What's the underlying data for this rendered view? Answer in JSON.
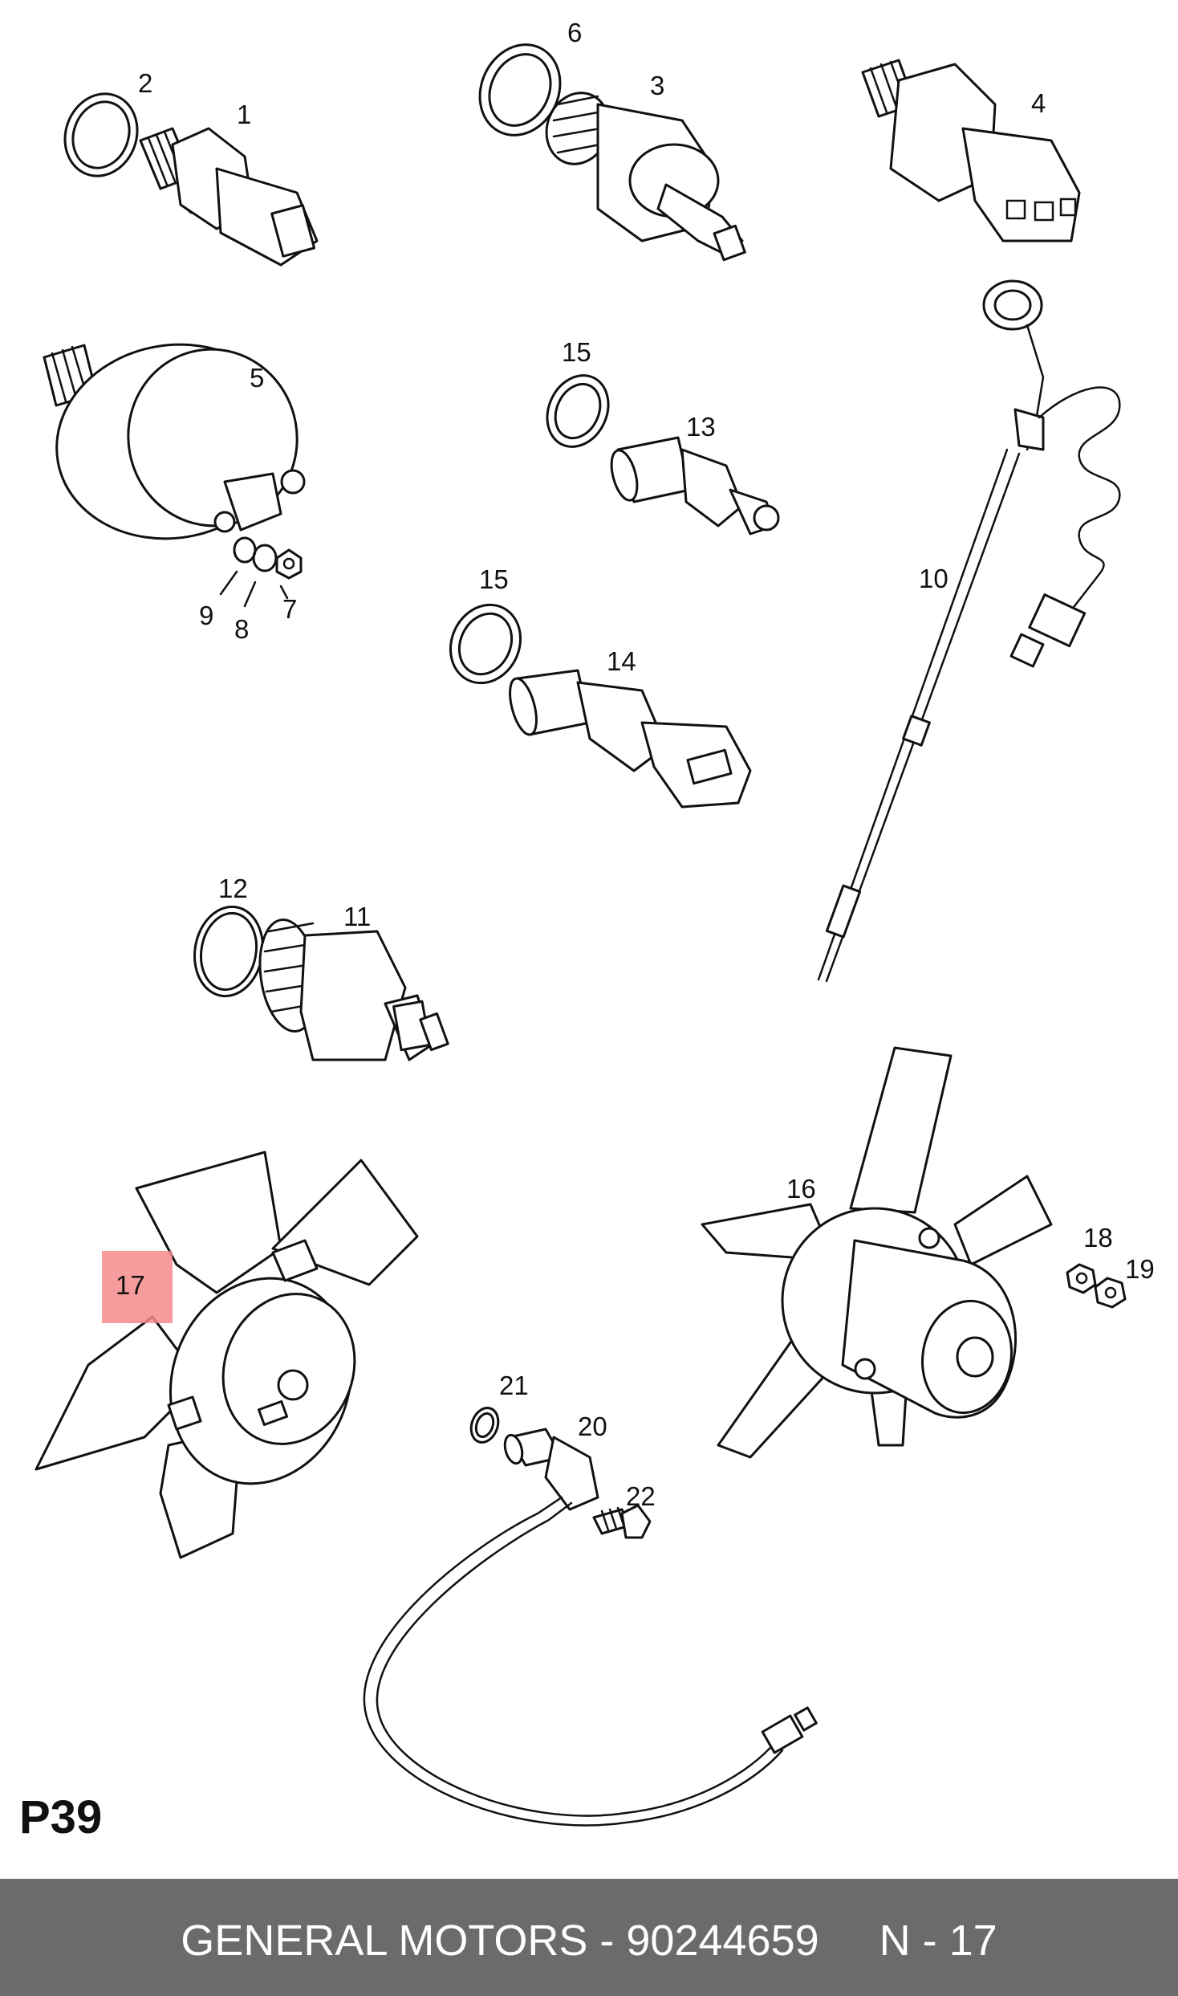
{
  "diagram": {
    "page_code": "P39",
    "callouts": [
      "1",
      "2",
      "3",
      "4",
      "5",
      "6",
      "7",
      "8",
      "9",
      "10",
      "11",
      "12",
      "13",
      "14",
      "15",
      "15",
      "16",
      "17",
      "18",
      "19",
      "20",
      "21",
      "22"
    ],
    "highlighted_callout": "17",
    "highlight_color": "#f58b8b"
  },
  "footer": {
    "text": "GENERAL MOTORS - 90244659     N - 17",
    "background": "#6b6b6b",
    "text_color": "#ffffff"
  }
}
